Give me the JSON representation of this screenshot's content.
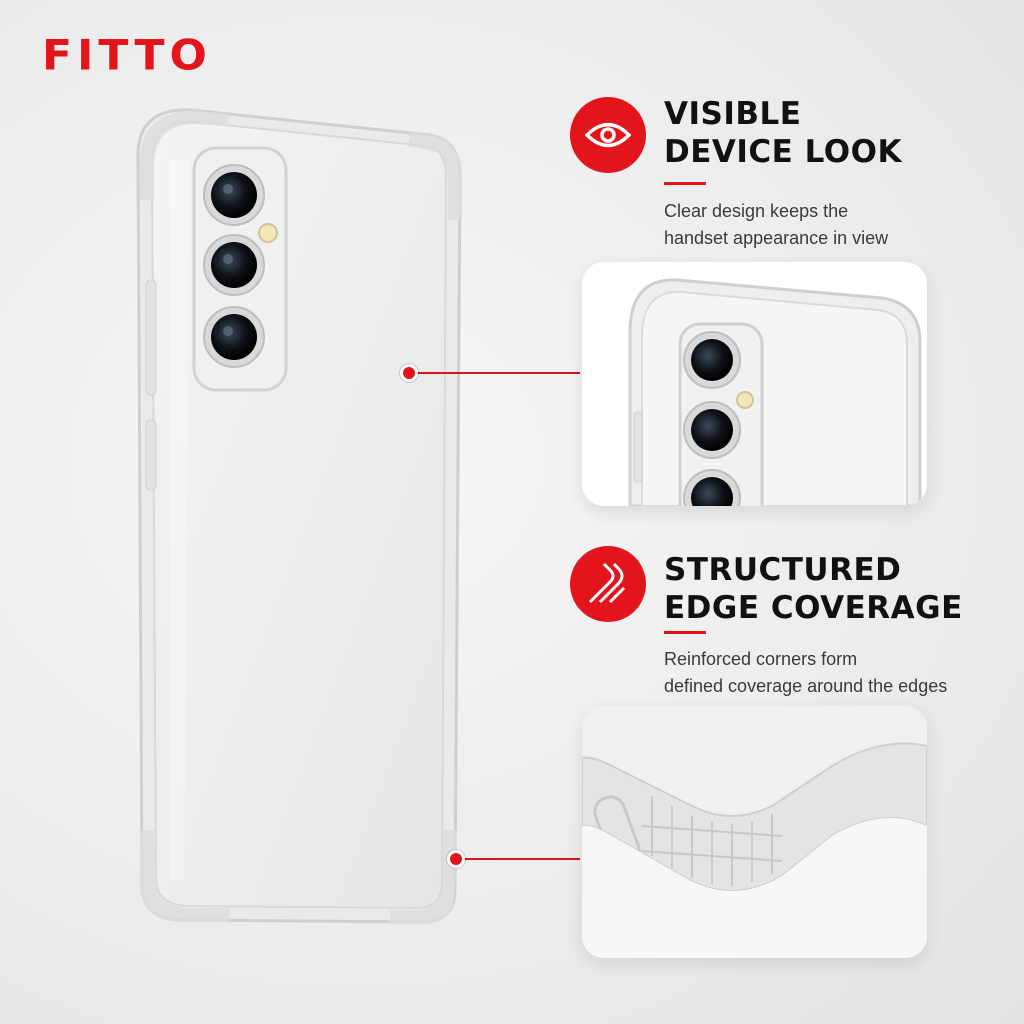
{
  "brand": {
    "name": "FITTO",
    "color": "#e3141c"
  },
  "features": [
    {
      "icon": "eye-icon",
      "title_line1": "VISIBLE",
      "title_line2": "DEVICE LOOK",
      "desc_line1": "Clear design keeps the",
      "desc_line2": "handset appearance in view"
    },
    {
      "icon": "corner-edge-icon",
      "title_line1": "STRUCTURED",
      "title_line2": "EDGE COVERAGE",
      "desc_line1": "Reinforced corners form",
      "desc_line2": "defined coverage around the edges"
    }
  ],
  "colors": {
    "accent": "#e3141c",
    "text": "#111111",
    "muted": "#3a3a3a"
  }
}
